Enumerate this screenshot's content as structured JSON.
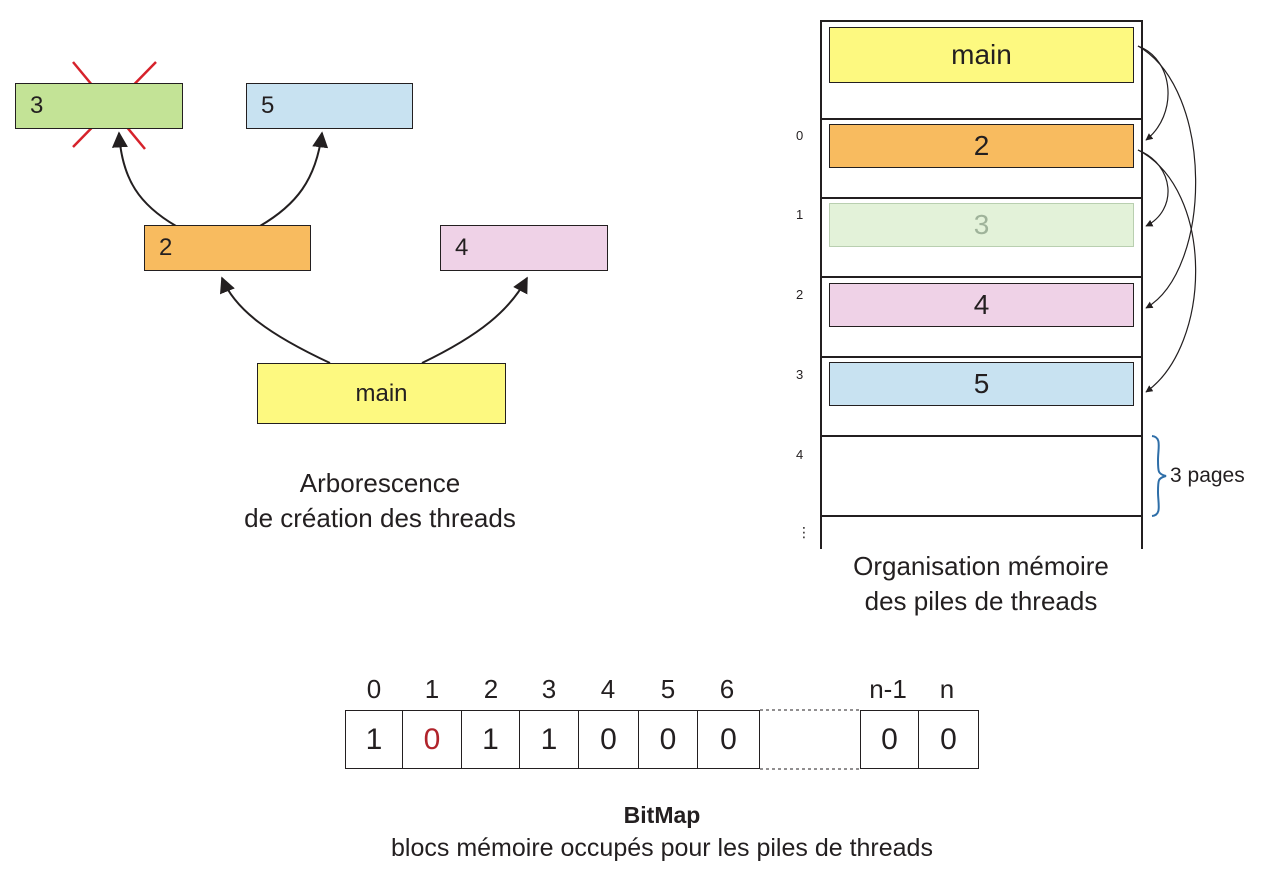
{
  "tree": {
    "nodes": {
      "n3": {
        "label": "3",
        "color": "#c3e396",
        "crossed": true
      },
      "n5": {
        "label": "5",
        "color": "#c8e2f1"
      },
      "n2": {
        "label": "2",
        "color": "#f8bb5f"
      },
      "n4": {
        "label": "4",
        "color": "#efd2e7"
      },
      "main": {
        "label": "main",
        "color": "#fdf980"
      }
    },
    "caption_line1": "Arborescence",
    "caption_line2": "de création des threads"
  },
  "memory": {
    "slots": [
      {
        "index": "",
        "label": "main",
        "color": "#fdf980"
      },
      {
        "index": "0",
        "label": "2",
        "color": "#f8bb5f"
      },
      {
        "index": "1",
        "label": "3",
        "color": "#e3f2d9",
        "faded": true
      },
      {
        "index": "2",
        "label": "4",
        "color": "#efd2e7"
      },
      {
        "index": "3",
        "label": "5",
        "color": "#c8e2f1"
      },
      {
        "index": "4",
        "label": "",
        "color": ""
      }
    ],
    "ellipsis": "⋮",
    "brace_label": "3 pages",
    "caption_line1": "Organisation mémoire",
    "caption_line2": "des piles de threads"
  },
  "bitmap": {
    "headers": [
      "0",
      "1",
      "2",
      "3",
      "4",
      "5",
      "6",
      "n-1",
      "n"
    ],
    "values": [
      "1",
      "0",
      "1",
      "1",
      "0",
      "0",
      "0",
      "0",
      "0"
    ],
    "highlight_color": "#b0232b",
    "title": "BitMap",
    "subtitle": "blocs mémoire occupés pour les piles de threads"
  }
}
